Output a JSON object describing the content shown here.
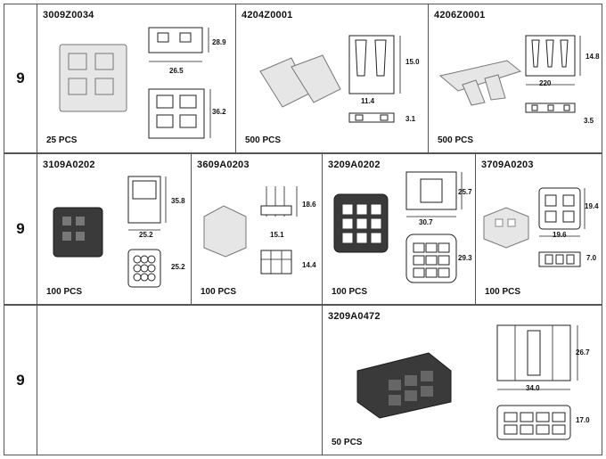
{
  "rows": [
    {
      "number": "9",
      "items": [
        {
          "code": "3009Z0034",
          "pcs": "25 PCS",
          "dims": [
            "28.9",
            "26.5",
            "36.2"
          ]
        },
        {
          "code": "4204Z0001",
          "pcs": "500 PCS",
          "dims": [
            "15.0",
            "11.4",
            "3.1"
          ]
        },
        {
          "code": "4206Z0001",
          "pcs": "500 PCS",
          "dims": [
            "14.8",
            "220",
            "3.5"
          ]
        }
      ]
    },
    {
      "number": "9",
      "items": [
        {
          "code": "3109A0202",
          "pcs": "100 PCS",
          "dims": [
            "35.8",
            "25.2",
            "25.2"
          ]
        },
        {
          "code": "3609A0203",
          "pcs": "100 PCS",
          "dims": [
            "18.6",
            "15.1",
            "14.4"
          ]
        },
        {
          "code": "3209A0202",
          "pcs": "100 PCS",
          "dims": [
            "25.7",
            "30.7",
            "29.3"
          ]
        },
        {
          "code": "3709A0203",
          "pcs": "100 PCS",
          "dims": [
            "19.4",
            "19.6",
            "7.0"
          ]
        }
      ]
    },
    {
      "number": "9",
      "items": [
        {
          "code": "3209A0472",
          "pcs": "50 PCS",
          "dims": [
            "26.7",
            "34.0",
            "17.0"
          ]
        }
      ]
    }
  ]
}
